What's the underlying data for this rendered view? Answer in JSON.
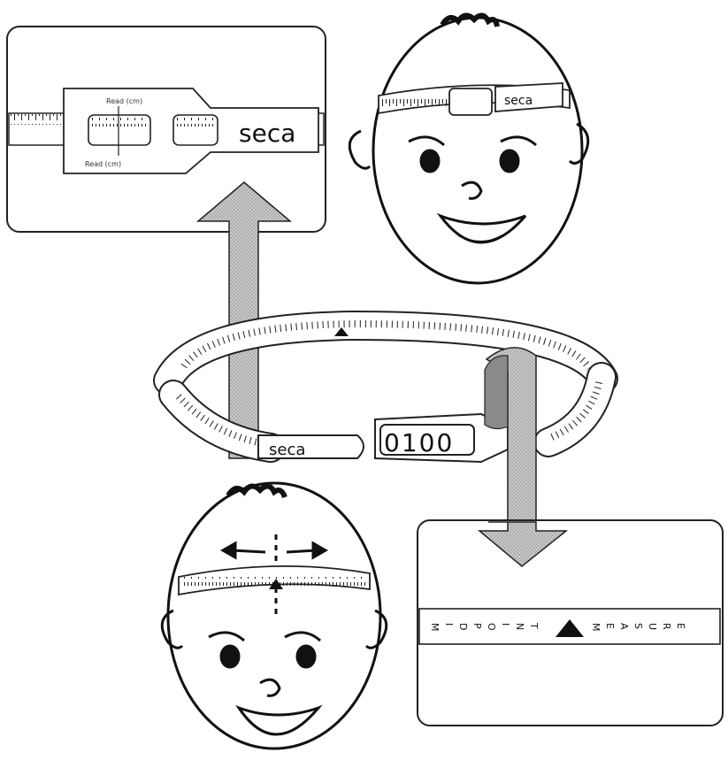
{
  "top_inset": {
    "brand": "seca",
    "read_top": "Read (cm)",
    "read_bottom": "Read (cm)"
  },
  "tape_brand": "seca",
  "tape_window_value": "0100",
  "head_tape_brand": "seca",
  "midpoint_label": "MIDPOINT MEASURE",
  "midpoint_letters": [
    "M",
    "I",
    "D",
    "P",
    "O",
    "I",
    "N",
    "T",
    "M",
    "E",
    "A",
    "S",
    "U",
    "R",
    "E"
  ]
}
